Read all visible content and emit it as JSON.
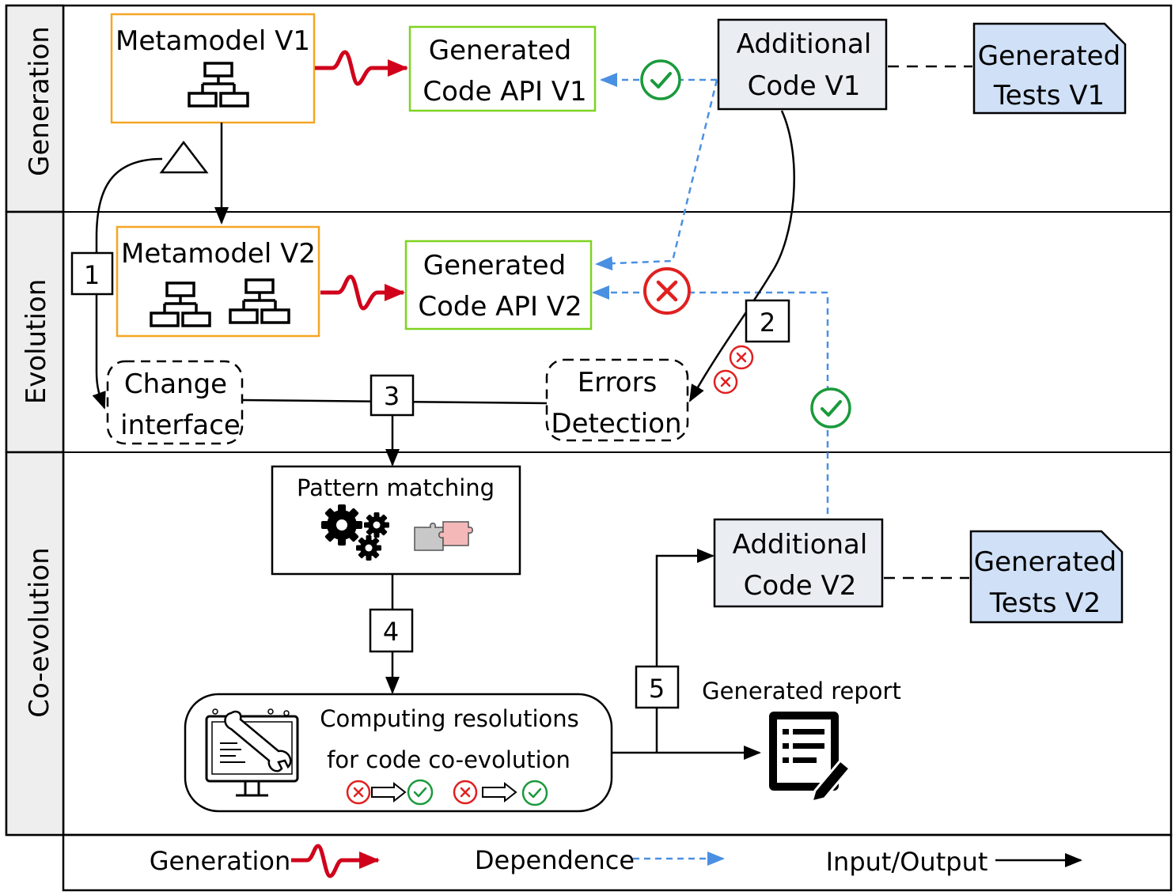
{
  "lanes": {
    "generation": "Generation",
    "evolution": "Evolution",
    "coevolution": "Co-evolution"
  },
  "generation": {
    "metamodel_v1": "Metamodel V1",
    "generated_code_api_v1": [
      "Generated",
      "Code API V1"
    ],
    "additional_code_v1": [
      "Additional",
      "Code V1"
    ],
    "generated_tests_v1": [
      "Generated",
      "Tests V1"
    ]
  },
  "evolution": {
    "metamodel_v2": "Metamodel V2",
    "generated_code_api_v2": [
      "Generated",
      "Code API V2"
    ],
    "change_interface": [
      "Change",
      "interface"
    ],
    "errors_detection": [
      "Errors",
      "Detection"
    ]
  },
  "coevolution": {
    "pattern_matching": "Pattern matching",
    "additional_code_v2": [
      "Additional",
      "Code V2"
    ],
    "generated_tests_v2": [
      "Generated",
      "Tests V2"
    ],
    "computing_resolutions": [
      "Computing resolutions",
      "for code co-evolution"
    ],
    "generated_report": "Generated report"
  },
  "steps": [
    "1",
    "2",
    "3",
    "4",
    "5"
  ],
  "legend": {
    "generation": "Generation",
    "dependence": "Dependence",
    "input_output": "Input/Output"
  },
  "colors": {
    "metamodel_border": "#f5a623",
    "generated_code_border": "#7ed321",
    "generation_arrow": "#d0021b",
    "dependence_arrow": "#4a90e2",
    "check": "#1a9a3c",
    "cross": "#e02020",
    "additional_code_fill": "#eaeef2",
    "tests_fill": "#cfe0f7",
    "puzzle_pink": "#f4b8b8",
    "puzzle_grey": "#c8c8c8"
  }
}
